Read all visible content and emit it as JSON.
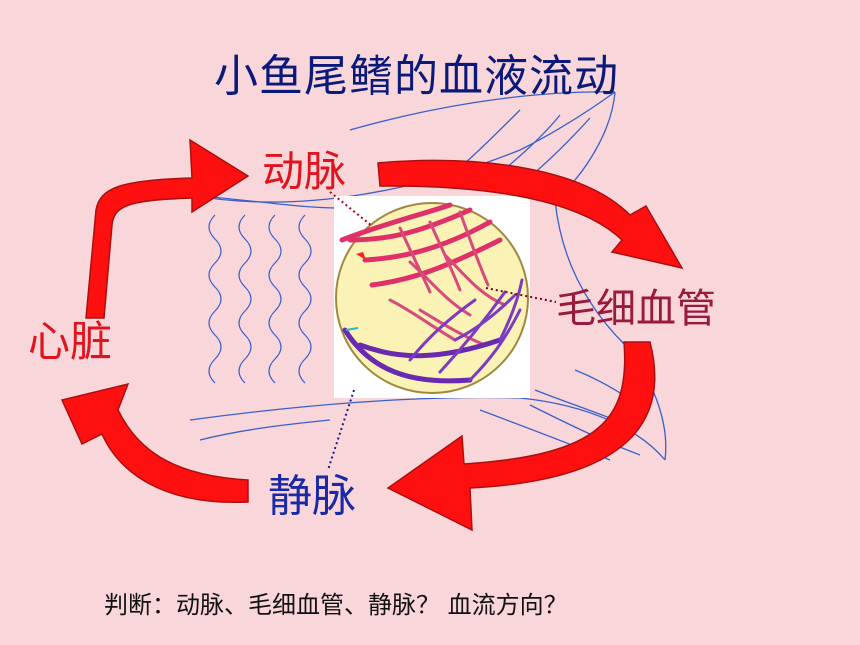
{
  "title": "小鱼尾鳍的血液流动",
  "labels": {
    "artery": "动脉",
    "capillary": "毛细血管",
    "vein": "静脉",
    "heart": "心脏"
  },
  "question": "判断：动脉、毛细血管、静脉？ 血流方向？",
  "colors": {
    "background": "#f9d6da",
    "arrow": "#ff1010",
    "title": "#0b1a7a",
    "artery_text": "#e0141e",
    "capillary_text": "#9a1a3a",
    "vein_text": "#1a2aa6",
    "fin_lines": "#3a60c8"
  }
}
